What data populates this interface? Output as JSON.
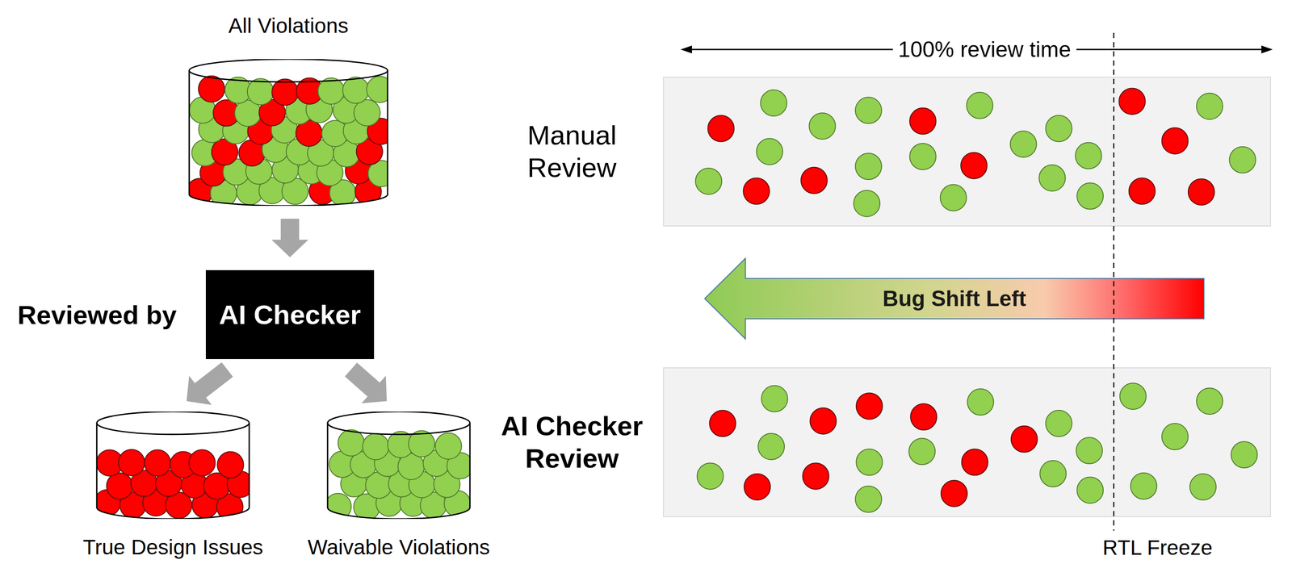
{
  "diagram": {
    "nodes": [
      {
        "text": [
          "All Violations"
        ]
      },
      {
        "text": [
          "AI Checker"
        ]
      },
      {
        "text": [
          "True Design Issues"
        ]
      },
      {
        "text": [
          "Waivable Violations"
        ]
      },
      {
        "text": [
          "Manual Review"
        ]
      },
      {
        "text": [
          "Bug Shift Left"
        ]
      },
      {
        "text": [
          "AI Checker Review"
        ]
      }
    ],
    "edges": [
      {
        "from": 0,
        "to": 1,
        "arrow": "to"
      },
      {
        "from": 1,
        "to": 2,
        "arrow": "to"
      },
      {
        "from": 1,
        "to": 3,
        "arrow": "to"
      }
    ],
    "labels": [
      "Reviewed by",
      "100% review time",
      "RTL Freeze"
    ]
  }
}
